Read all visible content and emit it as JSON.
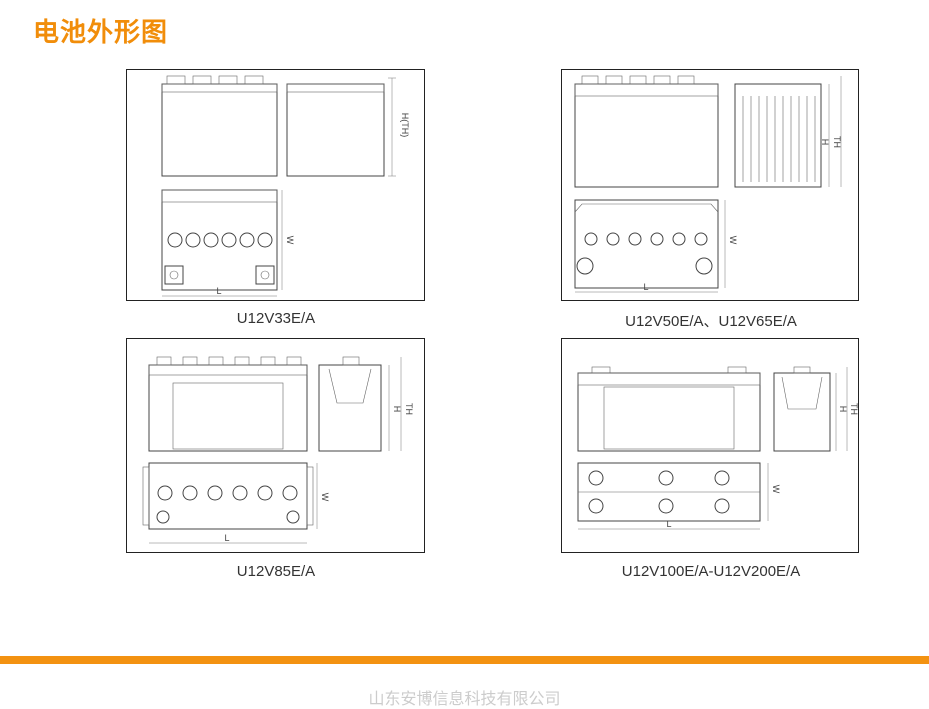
{
  "page": {
    "title": "电池外形图"
  },
  "panels": [
    {
      "caption": "U12V33E/A",
      "labels": {
        "height": "H(TH)",
        "width": "W",
        "length": "L"
      }
    },
    {
      "caption": "U12V50E/A、U12V65E/A",
      "labels": {
        "height": "H",
        "total_height": "TH",
        "width": "W",
        "length": "L"
      }
    },
    {
      "caption": "U12V85E/A",
      "labels": {
        "height": "H",
        "total_height": "TH",
        "width": "W",
        "length": "L"
      }
    },
    {
      "caption": "U12V100E/A-U12V200E/A",
      "labels": {
        "height": "H",
        "total_height": "TH",
        "width": "W",
        "length": "L"
      }
    }
  ],
  "footer": {
    "company": "山东安博信息科技有限公司"
  },
  "colors": {
    "accent": "#f18d0a",
    "rule": "#f39211",
    "footer_text": "#cccccc"
  }
}
